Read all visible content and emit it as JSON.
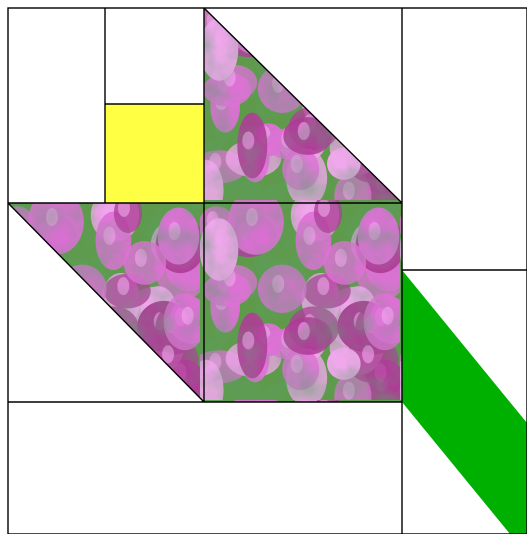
{
  "quilt_block": {
    "colors": {
      "background": "#ffffff",
      "seam": "#000000",
      "yellow_patch": "#ffff44",
      "green_stem": "#00b000",
      "tulip_pink": "#e070d8",
      "tulip_pink_light": "#f0a8ec",
      "tulip_pink_dark": "#b03a98",
      "leaf_green": "#5f9a4a"
    },
    "patches": [
      {
        "name": "upper-left-square",
        "fabric": "white"
      },
      {
        "name": "upper-strip",
        "fabric": "white"
      },
      {
        "name": "yellow-square",
        "fabric": "yellow"
      },
      {
        "name": "upper-tulip-triangle",
        "fabric": "tulip-print"
      },
      {
        "name": "upper-right-square",
        "fabric": "white"
      },
      {
        "name": "left-tulip-triangle",
        "fabric": "tulip-print"
      },
      {
        "name": "center-tulip-square",
        "fabric": "tulip-print"
      },
      {
        "name": "green-stem-band",
        "fabric": "green"
      },
      {
        "name": "bottom-strip",
        "fabric": "white"
      }
    ]
  }
}
